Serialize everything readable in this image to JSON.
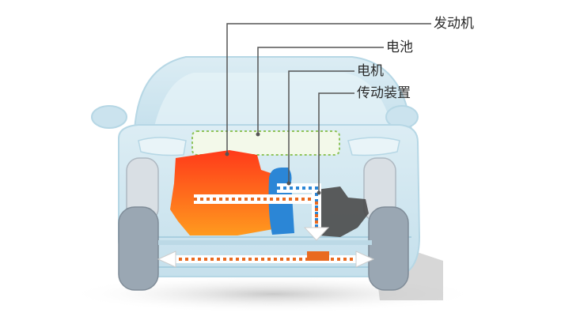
{
  "labels": {
    "engine": "发动机",
    "battery": "电池",
    "motor": "电机",
    "transmission": "传动装置"
  },
  "colors": {
    "car_body": "#cfe6ef",
    "car_outline": "#b6d7e5",
    "wheel": "#9aa7b3",
    "engine": "#f0531f",
    "battery_outline": "#8fc35a",
    "motor": "#2b86d6",
    "gearbox": "#4a4a4a",
    "flow_dots": "#e96a1f",
    "leader_line": "#555555"
  }
}
